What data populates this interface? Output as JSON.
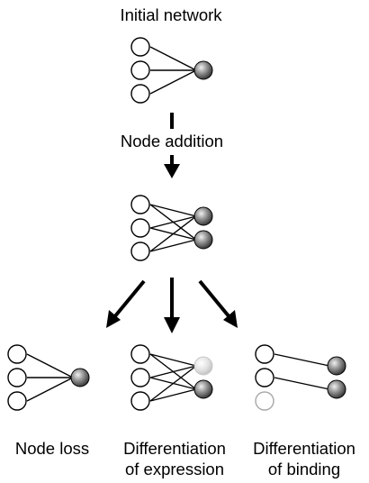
{
  "labels": {
    "initial": "Initial network",
    "addition": "Node addition",
    "loss": "Node loss",
    "expr_line1": "Differentiation",
    "expr_line2": "of expression",
    "bind_line1": "Differentiation",
    "bind_line2": "of binding"
  },
  "colors": {
    "line": "#000000",
    "open_node_fill": "#ffffff",
    "gene_node": "#8a8a8a",
    "faded_gene_node": "#dcdcdc",
    "faded_open_node_stroke": "#b0b0b0"
  },
  "networks": [
    {
      "id": "initial",
      "edges": [
        [
          0,
          0
        ],
        [
          1,
          0
        ],
        [
          2,
          0
        ]
      ]
    },
    {
      "id": "after-addition",
      "edges": [
        [
          0,
          0
        ],
        [
          0,
          1
        ],
        [
          1,
          0
        ],
        [
          1,
          1
        ],
        [
          2,
          0
        ],
        [
          2,
          1
        ]
      ]
    },
    {
      "id": "node-loss",
      "edges": [
        [
          0,
          0
        ],
        [
          1,
          0
        ],
        [
          2,
          0
        ]
      ]
    },
    {
      "id": "differentiation-of-expression",
      "edges": [
        [
          0,
          0
        ],
        [
          0,
          1
        ],
        [
          1,
          0
        ],
        [
          1,
          1
        ],
        [
          2,
          0
        ],
        [
          2,
          1
        ]
      ],
      "faded_target": 0
    },
    {
      "id": "differentiation-of-binding",
      "edges": [
        [
          0,
          0
        ],
        [
          1,
          1
        ]
      ],
      "faded_source": 2
    }
  ]
}
